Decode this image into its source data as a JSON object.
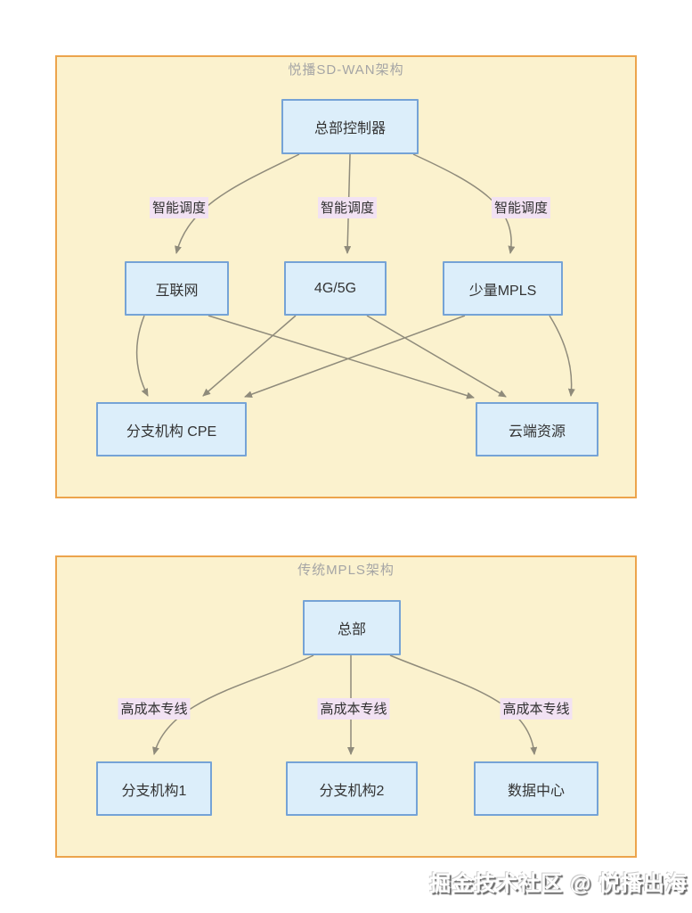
{
  "colors": {
    "page-bg": "#ffffff",
    "panel-bg": "#FBF2CE",
    "panel-border": "#ECA44C",
    "node-bg": "#DCEEFA",
    "node-border": "#75A3D6",
    "node-text": "#333333",
    "edge": "#8F8B7B",
    "edge-label-bg": "#F2E2F3",
    "edge-label-text": "#2F2F2F",
    "title": "#A5A5A5",
    "watermark-text": "#FFFFFF",
    "watermark-shadow": "#6B6B6B"
  },
  "diagram_sdwan": {
    "title": "悦播SD-WAN架构",
    "nodes": {
      "hq_controller": "总部控制器",
      "internet": "互联网",
      "cellular": "4G/5G",
      "mpls_small": "少量MPLS",
      "branch_cpe": "分支机构 CPE",
      "cloud": "云端资源"
    },
    "edge_labels": {
      "left": "智能调度",
      "middle": "智能调度",
      "right": "智能调度"
    }
  },
  "diagram_mpls": {
    "title": "传统MPLS架构",
    "nodes": {
      "hq": "总部",
      "branch1": "分支机构1",
      "branch2": "分支机构2",
      "datacenter": "数据中心"
    },
    "edge_labels": {
      "left": "高成本专线",
      "middle": "高成本专线",
      "right": "高成本专线"
    }
  },
  "watermark": {
    "text": "掘金技术社区 @ 悦播出海"
  }
}
